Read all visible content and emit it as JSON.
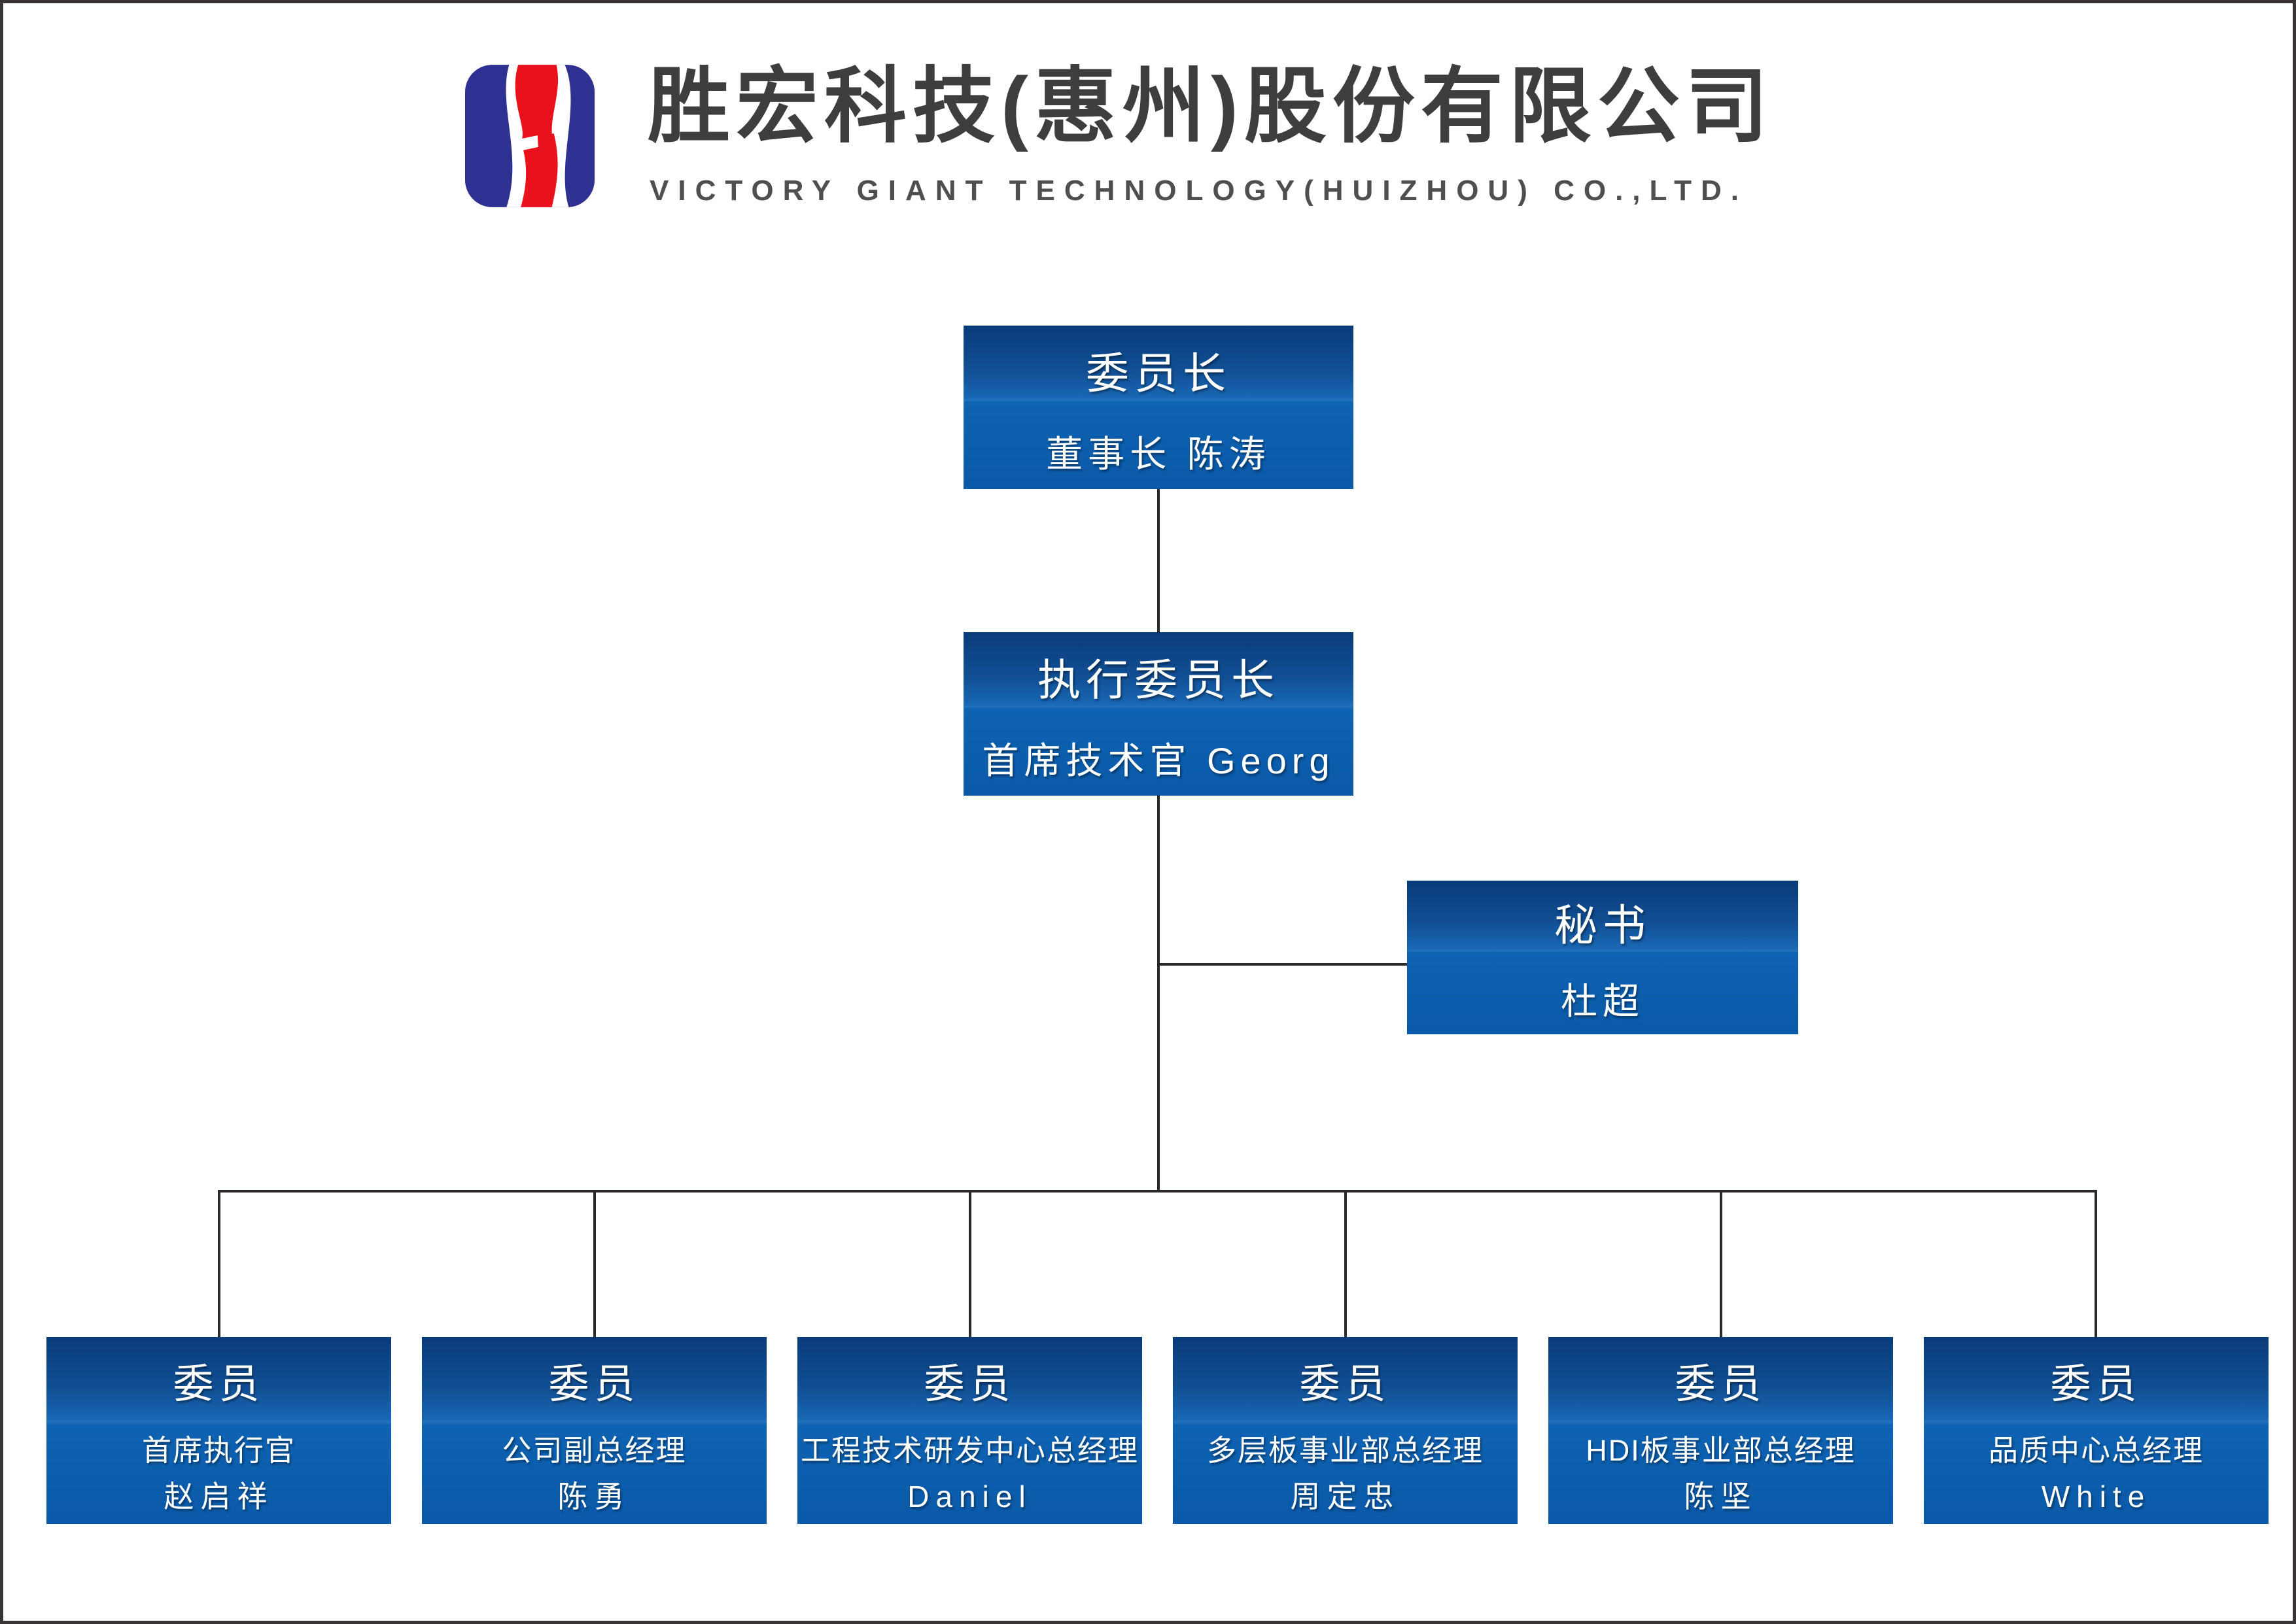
{
  "header": {
    "company_name_cn": "胜宏科技(惠州)股份有限公司",
    "company_name_en": "VICTORY GIANT TECHNOLOGY(HUIZHOU) CO.,LTD.",
    "logo_colors": {
      "blue": "#2e3192",
      "red": "#e8111c",
      "white": "#ffffff"
    }
  },
  "chart": {
    "chairman": {
      "title": "委员长",
      "subtitle": "董事长 陈涛"
    },
    "executive_chairman": {
      "title": "执行委员长",
      "subtitle": "首席技术官 Georg"
    },
    "secretary": {
      "title": "秘书",
      "subtitle": "杜超"
    },
    "members": [
      {
        "title": "委员",
        "role": "首席执行官",
        "name": "赵启祥"
      },
      {
        "title": "委员",
        "role": "公司副总经理",
        "name": "陈勇"
      },
      {
        "title": "委员",
        "role": "工程技术研发中心总经理",
        "name": "Daniel"
      },
      {
        "title": "委员",
        "role": "多层板事业部总经理",
        "name": "周定忠"
      },
      {
        "title": "委员",
        "role": "HDI板事业部总经理",
        "name": "陈坚"
      },
      {
        "title": "委员",
        "role": "品质中心总经理",
        "name": "White"
      }
    ]
  },
  "colors": {
    "box_gradient_top": "#0a3b79",
    "box_gradient_mid": "#1967b4",
    "box_gradient_bottom": "#0b59a9",
    "box_text": "#ffffff",
    "connector": "#2e2929",
    "canvas_border": "#3a3434",
    "company_cn_text": "#3e3e3e",
    "company_en_text": "#4f4f4f"
  }
}
